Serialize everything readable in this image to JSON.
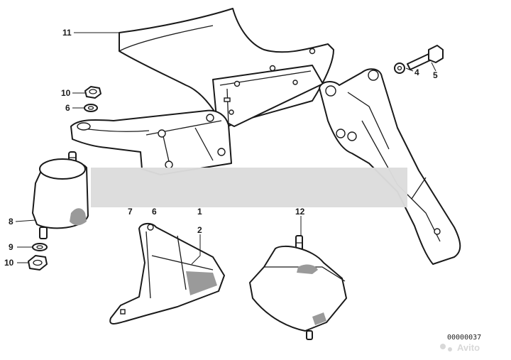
{
  "diagram": {
    "callouts": [
      "11",
      "10",
      "6",
      "8",
      "9",
      "10",
      "4",
      "5",
      "7",
      "6",
      "1",
      "2",
      "12"
    ],
    "reference_code": "00000037",
    "watermark": "Avito",
    "colors": {
      "line": "#1a1a1a",
      "background": "#ffffff",
      "redaction_band": "#dcdcdc",
      "shading": "#9a9a9a"
    }
  }
}
